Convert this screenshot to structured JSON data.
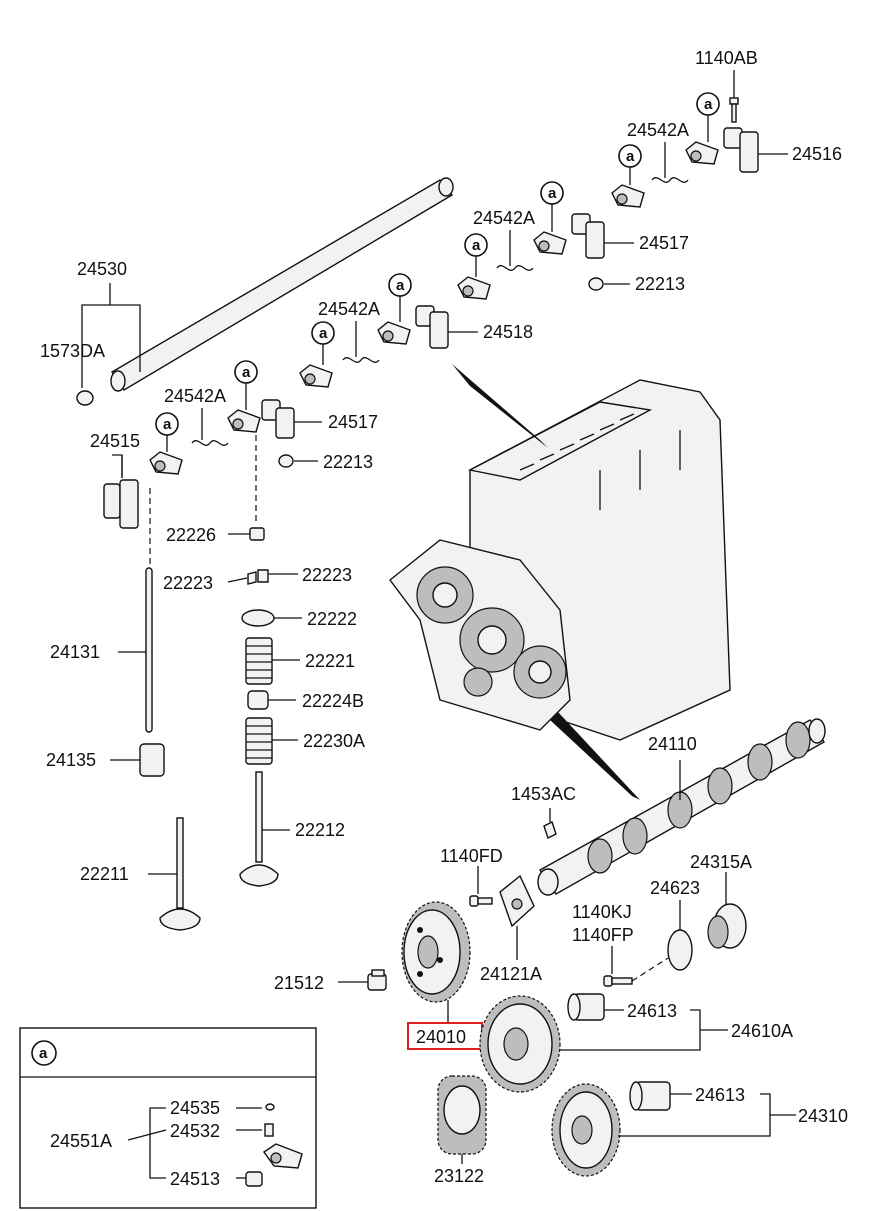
{
  "part_labels": {
    "p1140AB": "1140AB",
    "p24542A_1": "24542A",
    "p24516": "24516",
    "p24542A_2": "24542A",
    "p24517_1": "24517",
    "p22213_1": "22213",
    "p24530": "24530",
    "p1573DA": "1573DA",
    "p24542A_3": "24542A",
    "p24518": "24518",
    "p24542A_4": "24542A",
    "p24517_2": "24517",
    "p24515": "24515",
    "p22213_2": "22213",
    "p22226": "22226",
    "p22223_l": "22223",
    "p22223_r": "22223",
    "p22222": "22222",
    "p24131": "24131",
    "p22221": "22221",
    "p22224B": "22224B",
    "p22230A": "22230A",
    "p24135": "24135",
    "p24110": "24110",
    "p1453AC": "1453AC",
    "p22212": "22212",
    "p1140FD": "1140FD",
    "p22211": "22211",
    "p24315A": "24315A",
    "p24623": "24623",
    "p1140KJ": "1140KJ",
    "p1140FP": "1140FP",
    "p24121A": "24121A",
    "p21512": "21512",
    "p24613_1": "24613",
    "p24010": "24010",
    "p24610A": "24610A",
    "p24613_2": "24613",
    "p24310": "24310",
    "p23122": "23122"
  },
  "callout_marker": "a",
  "legend": {
    "marker": "a",
    "group_label": "24551A",
    "items": [
      "24535",
      "24532",
      "24513"
    ]
  },
  "highlight": {
    "part": "24010",
    "color": "#e02020"
  }
}
